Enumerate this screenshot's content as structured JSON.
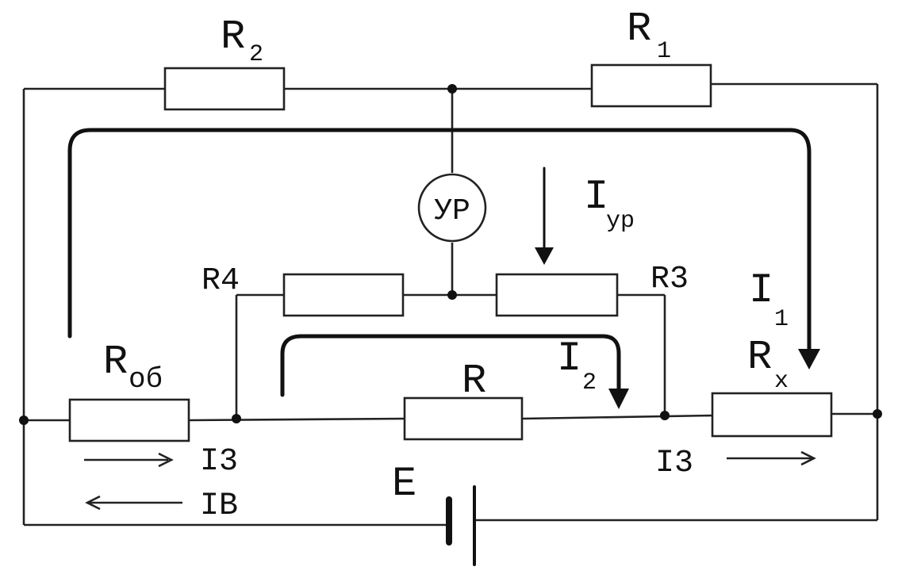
{
  "labels": {
    "r2": "R",
    "r2_sub": "2",
    "r1": "R",
    "r1_sub": "1",
    "ur": "УР",
    "iur": "I",
    "iur_sub": "ур",
    "r4": "R4",
    "r3": "R3",
    "i1": "I",
    "i1_sub": "1",
    "rob": "R",
    "rob_sub": "об",
    "i2": "I",
    "i2_sub": "2",
    "r": "R",
    "rx": "R",
    "rx_sub": "x",
    "i3_left": "I3",
    "i3_right": "I3",
    "ib": "IB",
    "e": "E"
  }
}
